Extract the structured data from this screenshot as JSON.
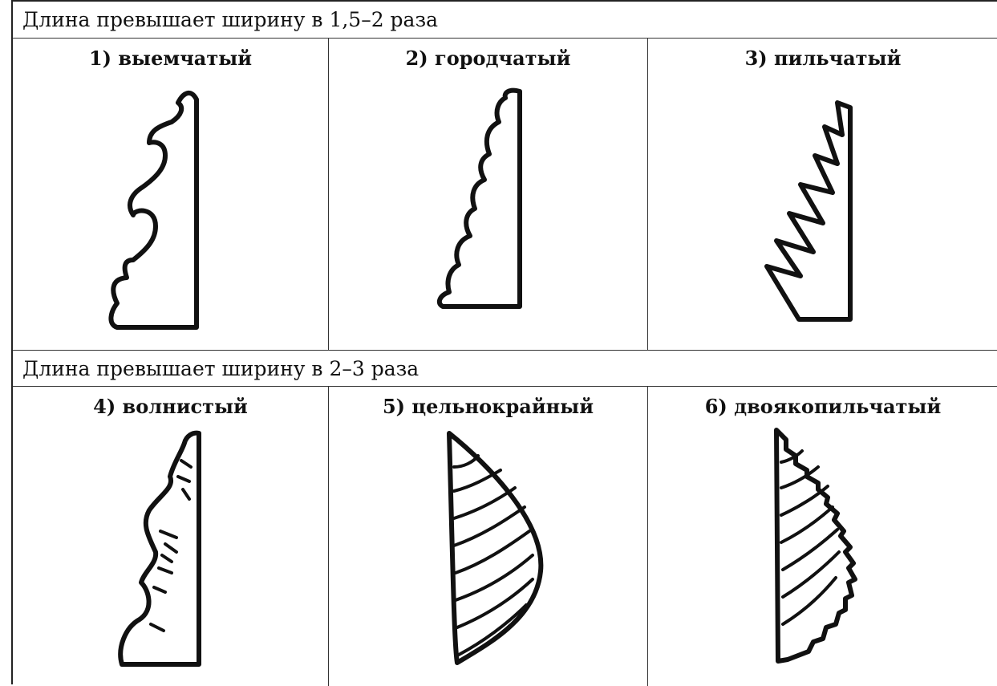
{
  "sections": [
    {
      "heading": "Длина превышает ширину в 1,5–2 раза",
      "items": [
        {
          "label": "1) выемчатый",
          "icon": "emarginate-leaf-margin-icon"
        },
        {
          "label": "2) городчатый",
          "icon": "crenate-leaf-margin-icon"
        },
        {
          "label": "3) пильчатый",
          "icon": "serrate-leaf-margin-icon"
        }
      ]
    },
    {
      "heading": "Длина превышает ширину в 2–3 раза",
      "items": [
        {
          "label": "4) волнистый",
          "icon": "sinuate-leaf-margin-icon"
        },
        {
          "label": "5) цельнокрайный",
          "icon": "entire-leaf-margin-icon"
        },
        {
          "label": "6) двоякопильчатый",
          "icon": "double-serrate-leaf-margin-icon"
        }
      ]
    }
  ]
}
